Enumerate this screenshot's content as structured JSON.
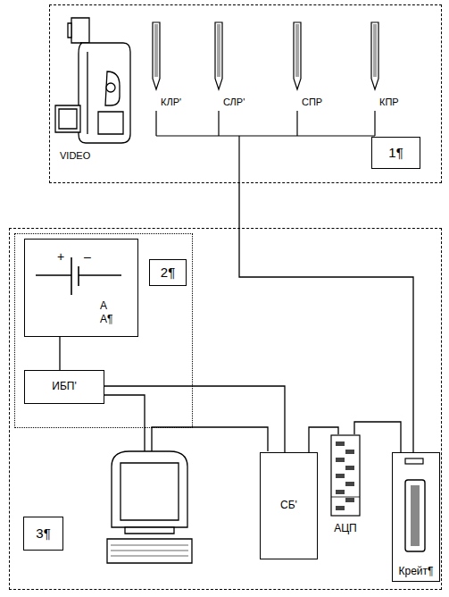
{
  "diagram": {
    "nodes": [
      {
        "text": [
          "1¶"
        ]
      },
      {
        "text": [
          "3¶"
        ]
      },
      {
        "text": [
          "2¶"
        ],
        "in": 1
      },
      {
        "text": [
          "+",
          "–",
          "A",
          "A¶"
        ],
        "in": 2
      },
      {
        "text": [
          "ИБП'"
        ],
        "in": 2
      },
      {
        "text": [
          "СБ'"
        ],
        "in": 1
      },
      {
        "text": [
          "АЦП"
        ],
        "in": 1
      },
      {
        "text": [
          "Крейт¶"
        ],
        "in": 1
      }
    ],
    "edges": [
      {
        "from": 3,
        "to": 4,
        "arrow": "none"
      },
      {
        "from": 4,
        "to": 5,
        "arrow": "none"
      },
      {
        "from": 5,
        "to": 6,
        "arrow": "none"
      },
      {
        "from": 6,
        "to": 7,
        "arrow": "none"
      },
      {
        "from": 7,
        "to": 0,
        "arrow": "none"
      }
    ],
    "labels": [
      "VIDEO",
      "КЛР'",
      "СЛР'",
      "СПР",
      "КПР"
    ]
  }
}
